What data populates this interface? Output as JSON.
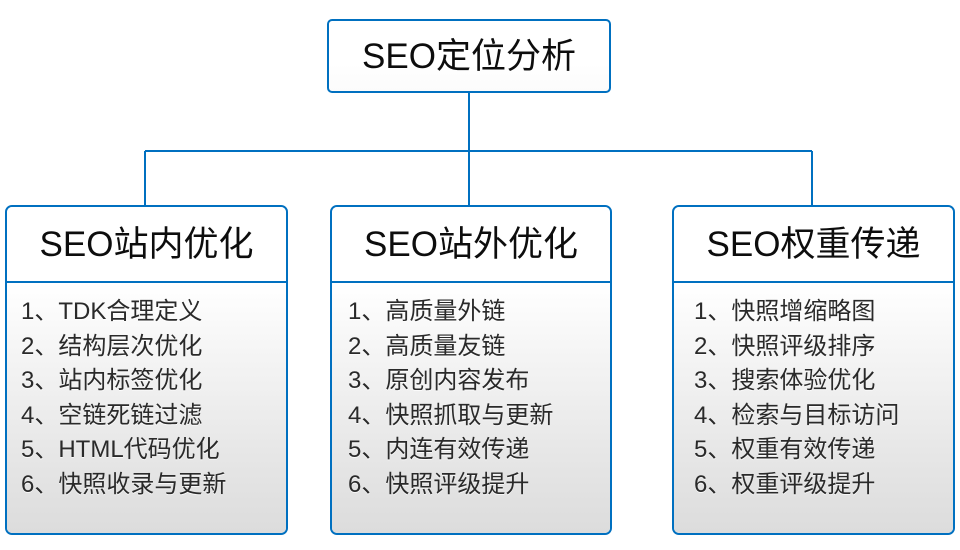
{
  "diagram": {
    "type": "org-tree",
    "colors": {
      "border": "#0070C0",
      "connector": "#0070C0",
      "text": "#0d0d0d",
      "body_gradient_top": "#ffffff",
      "body_gradient_bottom": "#dcdcdc",
      "background": "#ffffff"
    },
    "root": {
      "label": "SEO定位分析"
    },
    "branches": [
      {
        "title": "SEO站内优化",
        "items": [
          "1、TDK合理定义",
          "2、结构层次优化",
          "3、站内标签优化",
          "4、空链死链过滤",
          "5、HTML代码优化",
          "6、快照收录与更新"
        ]
      },
      {
        "title": "SEO站外优化",
        "items": [
          "1、高质量外链",
          "2、高质量友链",
          "3、原创内容发布",
          "4、快照抓取与更新",
          "5、内连有效传递",
          "6、快照评级提升"
        ]
      },
      {
        "title": "SEO权重传递",
        "items": [
          "1、快照增缩略图",
          "2、快照评级排序",
          "3、搜索体验优化",
          "4、检索与目标访问",
          "5、权重有效传递",
          "6、权重评级提升"
        ]
      }
    ]
  }
}
